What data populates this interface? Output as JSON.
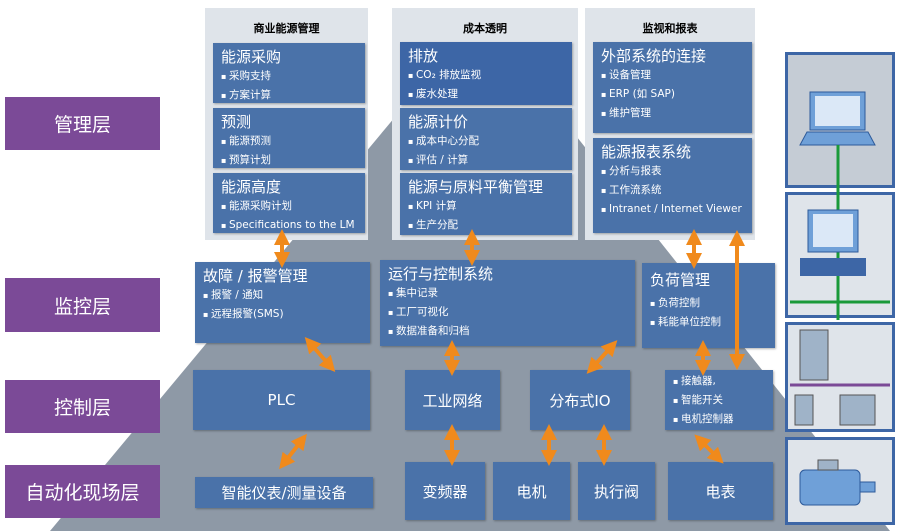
{
  "layers": [
    "管理层",
    "监控层",
    "控制层",
    "自动化现场层"
  ],
  "panels": [
    {
      "title": "商业能源管理",
      "boxes": [
        {
          "title": "能源采购",
          "items": [
            "采购支持",
            "方案计算"
          ]
        },
        {
          "title": "预测",
          "items": [
            "能源预测",
            "预算计划"
          ]
        },
        {
          "title": "能源高度",
          "items": [
            "能源采购计划",
            "Specifications to the LM"
          ]
        }
      ]
    },
    {
      "title": "成本透明",
      "boxes": [
        {
          "title": "排放",
          "items": [
            "CO₂ 排放监视",
            "废水处理"
          ]
        },
        {
          "title": "能源计价",
          "items": [
            "成本中心分配",
            "评估 / 计算"
          ]
        },
        {
          "title": "能源与原料平衡管理",
          "items": [
            "KPI 计算",
            "生产分配"
          ]
        }
      ]
    },
    {
      "title": "监视和报表",
      "boxes": [
        {
          "title": "外部系统的连接",
          "items": [
            "设备管理",
            "ERP (如 SAP)",
            "维护管理"
          ]
        },
        {
          "title": "能源报表系统",
          "items": [
            "分析与报表",
            "工作流系统",
            "Intranet / Internet Viewer"
          ]
        }
      ]
    }
  ],
  "monitor": [
    {
      "title": "故障 / 报警管理",
      "items": [
        "报警 / 通知",
        "远程报警(SMS)"
      ]
    },
    {
      "title": "运行与控制系统",
      "items": [
        "集中记录",
        "工厂可视化",
        "数据准备和归档"
      ]
    },
    {
      "title": "负荷管理",
      "items": [
        "负荷控制",
        "耗能单位控制"
      ]
    }
  ],
  "control": {
    "plc": "PLC",
    "network": "工业网络",
    "io": "分布式IO",
    "items": [
      "接触器,",
      "智能开关",
      "电机控制器"
    ]
  },
  "field": [
    "智能仪表/测量设备",
    "变频器",
    "电机",
    "执行阀",
    "电表"
  ],
  "colors": {
    "accent": "#f08a1c",
    "box": "#4a72a9",
    "layer": "#7b4a97",
    "pyramid": "#8e99a6"
  }
}
